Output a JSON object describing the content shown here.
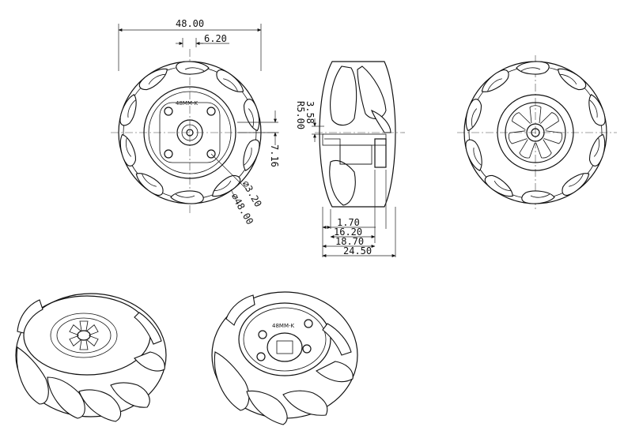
{
  "drawing": {
    "colors": {
      "line": "#111111",
      "background": "#ffffff"
    },
    "front_view": {
      "width_dim": "48.00",
      "offset_dim": "6.20",
      "hub_offset_dim": "7.16",
      "hole_dim": "⌀3.20",
      "outer_dim": "⌀48.00",
      "label": "48MM-K"
    },
    "side_view": {
      "roller_dim_a": "3.58",
      "roller_radius": "R5.00",
      "dims": [
        "1.70",
        "16.20",
        "18.70",
        "24.50"
      ]
    },
    "iso_view_right": {
      "label": "48MM-K"
    }
  }
}
